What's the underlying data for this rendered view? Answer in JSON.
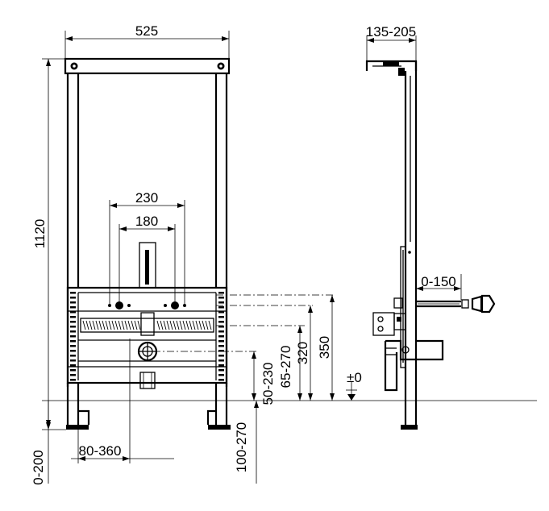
{
  "dimensions": {
    "frame_width": "525",
    "frame_height": "1120",
    "depth": "135-205",
    "pipe_spacing_outer": "230",
    "pipe_spacing_inner": "180",
    "adjust_depth": "0-150",
    "height_350": "350",
    "height_320": "320",
    "height_65_270": "65-270",
    "height_50_230": "50-230",
    "floor_level": "±0",
    "foot_0_200": "0-200",
    "foot_80_360": "80-360",
    "foot_100_270": "100-270"
  }
}
